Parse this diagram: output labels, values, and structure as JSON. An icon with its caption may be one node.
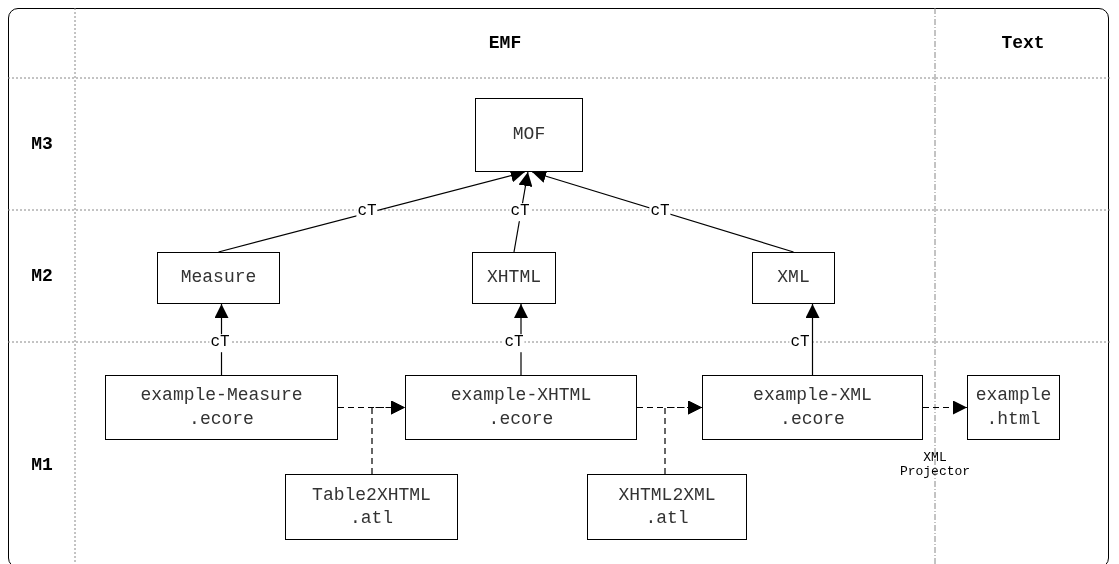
{
  "diagram": {
    "nodes": [
      {
        "text": [
          "MOF"
        ]
      },
      {
        "text": [
          "Measure"
        ]
      },
      {
        "text": [
          "XHTML"
        ]
      },
      {
        "text": [
          "XML"
        ]
      },
      {
        "text": [
          "example-Measure .ecore"
        ]
      },
      {
        "text": [
          "example-XHTML .ecore"
        ]
      },
      {
        "text": [
          "example-XML .ecore"
        ]
      },
      {
        "text": [
          "example .html"
        ]
      },
      {
        "text": [
          "Table2XHTML .atl"
        ]
      },
      {
        "text": [
          "XHTML2XML .atl"
        ]
      }
    ],
    "edges": [
      {
        "from": 1,
        "to": 0,
        "arrow": "to",
        "label": "cT"
      },
      {
        "from": 2,
        "to": 0,
        "arrow": "to",
        "label": "cT"
      },
      {
        "from": 3,
        "to": 0,
        "arrow": "to",
        "label": "cT"
      },
      {
        "from": 4,
        "to": 1,
        "arrow": "to",
        "label": "cT"
      },
      {
        "from": 5,
        "to": 2,
        "arrow": "to",
        "label": "cT"
      },
      {
        "from": 6,
        "to": 3,
        "arrow": "to",
        "label": "cT"
      },
      {
        "from": 4,
        "to": 5,
        "arrow": "to",
        "style": "dashed"
      },
      {
        "from": 8,
        "to": 5,
        "arrow": "to",
        "style": "dashed"
      },
      {
        "from": 5,
        "to": 6,
        "arrow": "to",
        "style": "dashed"
      },
      {
        "from": 9,
        "to": 6,
        "arrow": "to",
        "style": "dashed"
      },
      {
        "from": 6,
        "to": 7,
        "arrow": "to",
        "style": "dashed",
        "label": "XML Projector"
      }
    ],
    "labels": [
      "EMF",
      "Text",
      "M3",
      "M2",
      "M1"
    ]
  }
}
